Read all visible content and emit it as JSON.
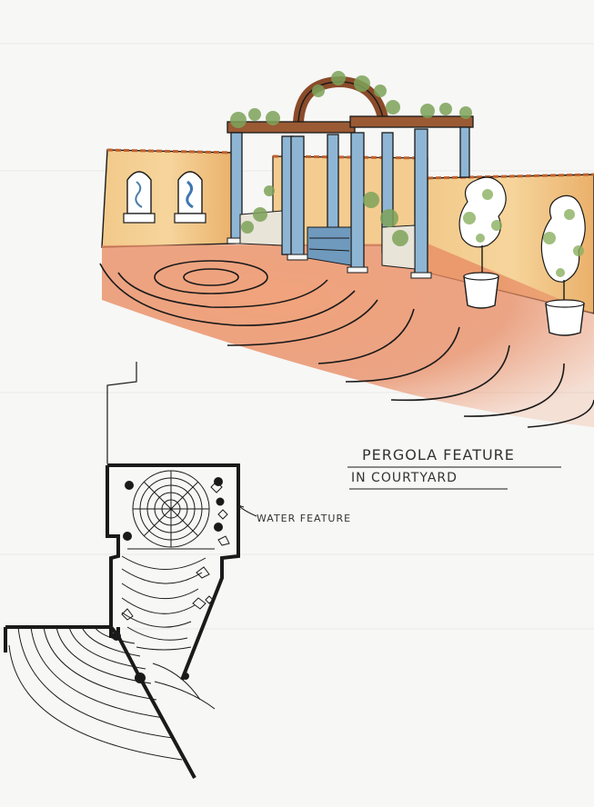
{
  "title": {
    "line1": "PERGOLA FEATURE",
    "line2": "IN COURTYARD"
  },
  "plan": {
    "callout": "WATER FEATURE"
  },
  "palette": {
    "paper": "#f7f7f5",
    "wall": "#f1c989",
    "wall_shade": "#e8b06a",
    "paving": "#e98d66",
    "column": "#8eb6d4",
    "beam": "#8a4b2a",
    "foliage": "#7ea35a",
    "ink": "#1a1a1a"
  }
}
